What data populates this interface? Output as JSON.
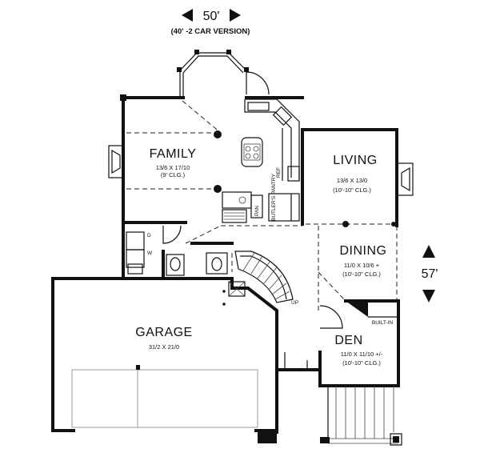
{
  "dimensions": {
    "width_label": "50'",
    "width_note": "(40' -2 CAR VERSION)",
    "depth_label": "57'"
  },
  "rooms": {
    "family": {
      "name": "FAMILY",
      "size": "13/6 X 17/10",
      "ceiling": "(9' CLG.)"
    },
    "living": {
      "name": "LIVING",
      "size": "13/6 X 13/0",
      "ceiling": "(10'-10\" CLG.)"
    },
    "dining": {
      "name": "DINING",
      "size": "11/0 X 10/6 +",
      "ceiling": "(10'-10\" CLG.)"
    },
    "den": {
      "name": "DEN",
      "size": "11/0 X 11/10 +/-",
      "ceiling": "(10'-10\" CLG.)"
    },
    "garage": {
      "name": "GARAGE",
      "size": "31/2 X 21/0"
    }
  },
  "labels": {
    "ref": "REF",
    "butlers_pantry": "BUTLER'S PANTRY",
    "pan": "PAN",
    "up": "UP",
    "built_in": "BUILT-IN",
    "washer": "W",
    "dryer": "D"
  }
}
